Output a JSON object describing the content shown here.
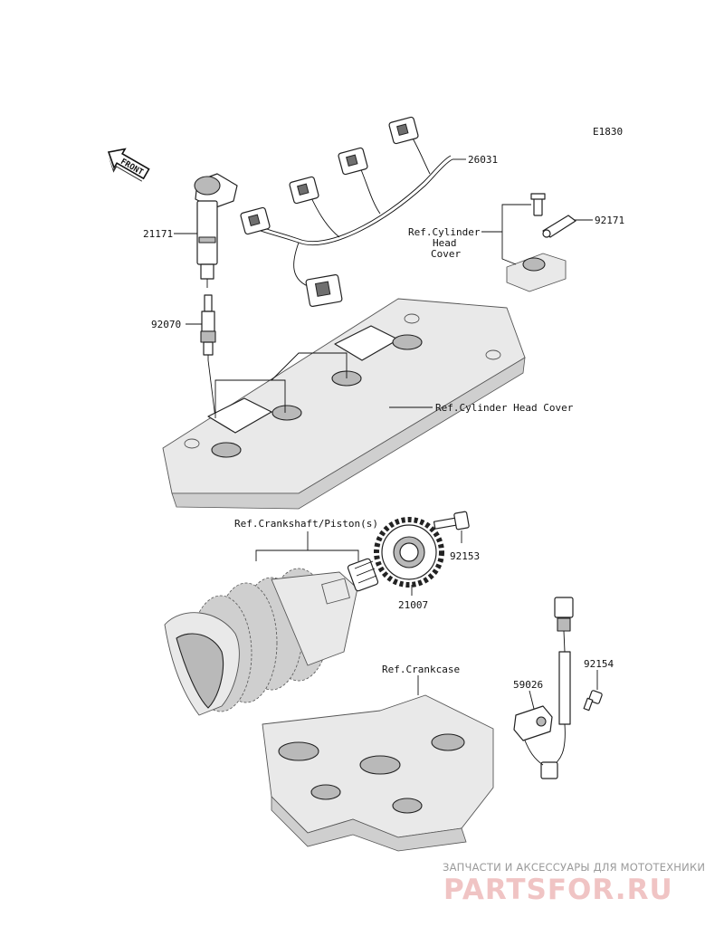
{
  "diagram_code": "E1830",
  "front_label": "FRONT",
  "labels": {
    "harness": "26031",
    "coil": "21171",
    "spark_plug": "92070",
    "bolt_sensor_cover": "92171",
    "ref_cyl_head_line1": "Ref.Cylinder",
    "ref_cyl_head_line2": "Head",
    "ref_cyl_head_line3": "Cover",
    "ref_cyl_head_cover": "Ref.Cylinder Head Cover",
    "ref_crankshaft": "Ref.Crankshaft/Piston(s)",
    "rotor_bolt": "92153",
    "timing_rotor": "21007",
    "ref_crankcase": "Ref.Crankcase",
    "crank_sensor": "59026",
    "sensor_bolt": "92154"
  },
  "watermark": {
    "tagline": "ЗАПЧАСТИ И АКСЕССУАРЫ ДЛЯ МОТОТЕХНИКИ",
    "brand": "PARTSFOR.RU"
  }
}
